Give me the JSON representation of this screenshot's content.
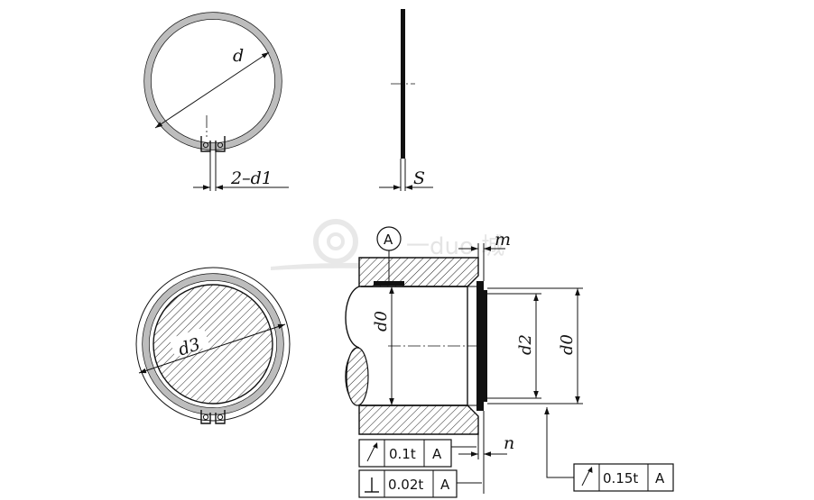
{
  "colors": {
    "line": "#111111",
    "watermark": "#cfcfcf",
    "hatch": "#222222",
    "background": "#ffffff"
  },
  "labels": {
    "d": "d",
    "two_d1": "2–d1",
    "s": "S",
    "d3": "d3",
    "m": "m",
    "n": "n",
    "d0_left": "d0",
    "d2": "d2",
    "d0_right": "d0"
  },
  "datum": {
    "letter": "A"
  },
  "watermark": {
    "text": "一duo 城"
  },
  "tolerance_frames": [
    {
      "id": "runout-1",
      "symbol": "runout-arrow-icon",
      "value": "0.1t",
      "datum": "A"
    },
    {
      "id": "perpendicularity",
      "symbol": "perpendicular-icon",
      "value": "0.02t",
      "datum": "A"
    },
    {
      "id": "runout-2",
      "symbol": "runout-arrow-icon",
      "value": "0.15t",
      "datum": "A"
    }
  ]
}
